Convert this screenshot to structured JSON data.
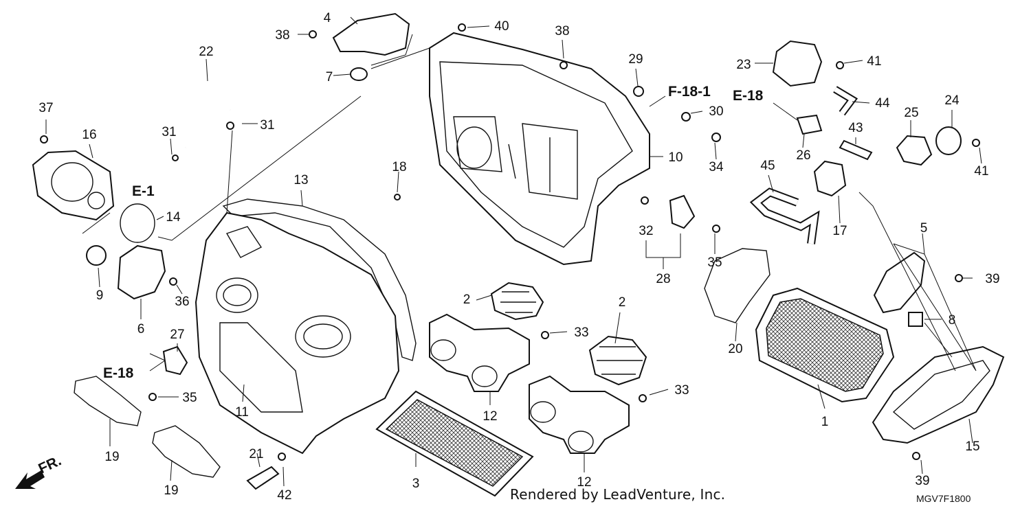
{
  "diagram": {
    "callouts": [
      "1",
      "2",
      "2",
      "3",
      "4",
      "5",
      "6",
      "7",
      "8",
      "9",
      "10",
      "11",
      "12",
      "12",
      "13",
      "14",
      "15",
      "16",
      "17",
      "18",
      "19",
      "19",
      "20",
      "21",
      "22",
      "23",
      "24",
      "25",
      "26",
      "27",
      "28",
      "29",
      "30",
      "31",
      "31",
      "32",
      "33",
      "33",
      "34",
      "35",
      "35",
      "36",
      "37",
      "38",
      "38",
      "39",
      "39",
      "40",
      "41",
      "41",
      "42",
      "43",
      "44",
      "45"
    ],
    "references": [
      "E-1",
      "E-18",
      "E-18",
      "F-18-1",
      "FR."
    ],
    "credit": "Rendered by LeadVenture, Inc.",
    "drawing_code": "MGV7F1800"
  }
}
